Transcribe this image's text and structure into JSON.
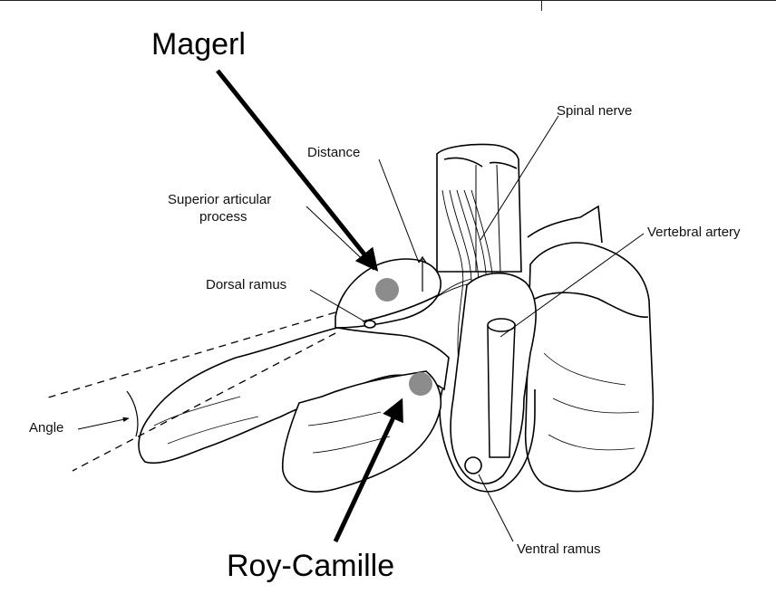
{
  "labels": {
    "magerl": "Magerl",
    "roy_camille": "Roy-Camille",
    "spinal_nerve": "Spinal nerve",
    "distance": "Distance",
    "superior_articular_line1": "Superior articular",
    "superior_articular_line2": "process",
    "vertebral_artery": "Vertebral artery",
    "dorsal_ramus": "Dorsal ramus",
    "angle": "Angle",
    "ventral_ramus": "Ventral ramus"
  },
  "colors": {
    "marker": "#8c8c8c",
    "ink": "#000000"
  }
}
